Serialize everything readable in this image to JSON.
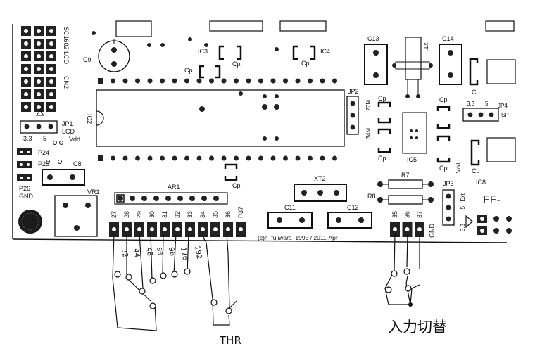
{
  "board": {
    "labels": {
      "lcd_header": "SC1602 LCD",
      "cn2": "CN2",
      "c9": "C9",
      "ic2": "IC2",
      "ic3": "IC3",
      "ic4": "IC4",
      "cp": "Cp",
      "jp2": "JP2",
      "jp2_27m": "27M",
      "jp2_34m": "34M",
      "c13": "C13",
      "xt1": "XT1",
      "c14": "C14",
      "jp4": "JP4",
      "jp4_sp": "SP",
      "jp4_33": "3.3",
      "jp4_5": "5",
      "jp1": "JP1",
      "lcd": "LCD",
      "jp1_33": "3.3",
      "jp1_5": "5",
      "vdd": "Vdd",
      "p24": "P24",
      "p25": "P25",
      "p26": "P26",
      "gnd": "GND",
      "c8": "C8",
      "vr1": "VR1",
      "ar1": "AR1",
      "xt2": "XT2",
      "ic5": "IC5",
      "r7": "R7",
      "r8": "R8",
      "jp3": "JP3",
      "ext": "Ext",
      "jp3_33": "3.3",
      "jp3_5": "5",
      "ic8": "IC8",
      "ff": "FF-",
      "c11": "C11",
      "c12": "C12",
      "copyright": "(c)h_fujiwara_1995 / 2011-Apr"
    },
    "left_pins": [
      "27",
      "28",
      "29",
      "30",
      "31",
      "32",
      "33",
      "34",
      "35",
      "36",
      "P37"
    ],
    "right_pins": [
      "35",
      "36",
      "37",
      "GND"
    ]
  },
  "annotations": {
    "freq_labels": [
      "32",
      "44",
      "48",
      "88",
      "96",
      "176",
      "192"
    ],
    "thr": "THR",
    "input_switch": "入力切替"
  }
}
